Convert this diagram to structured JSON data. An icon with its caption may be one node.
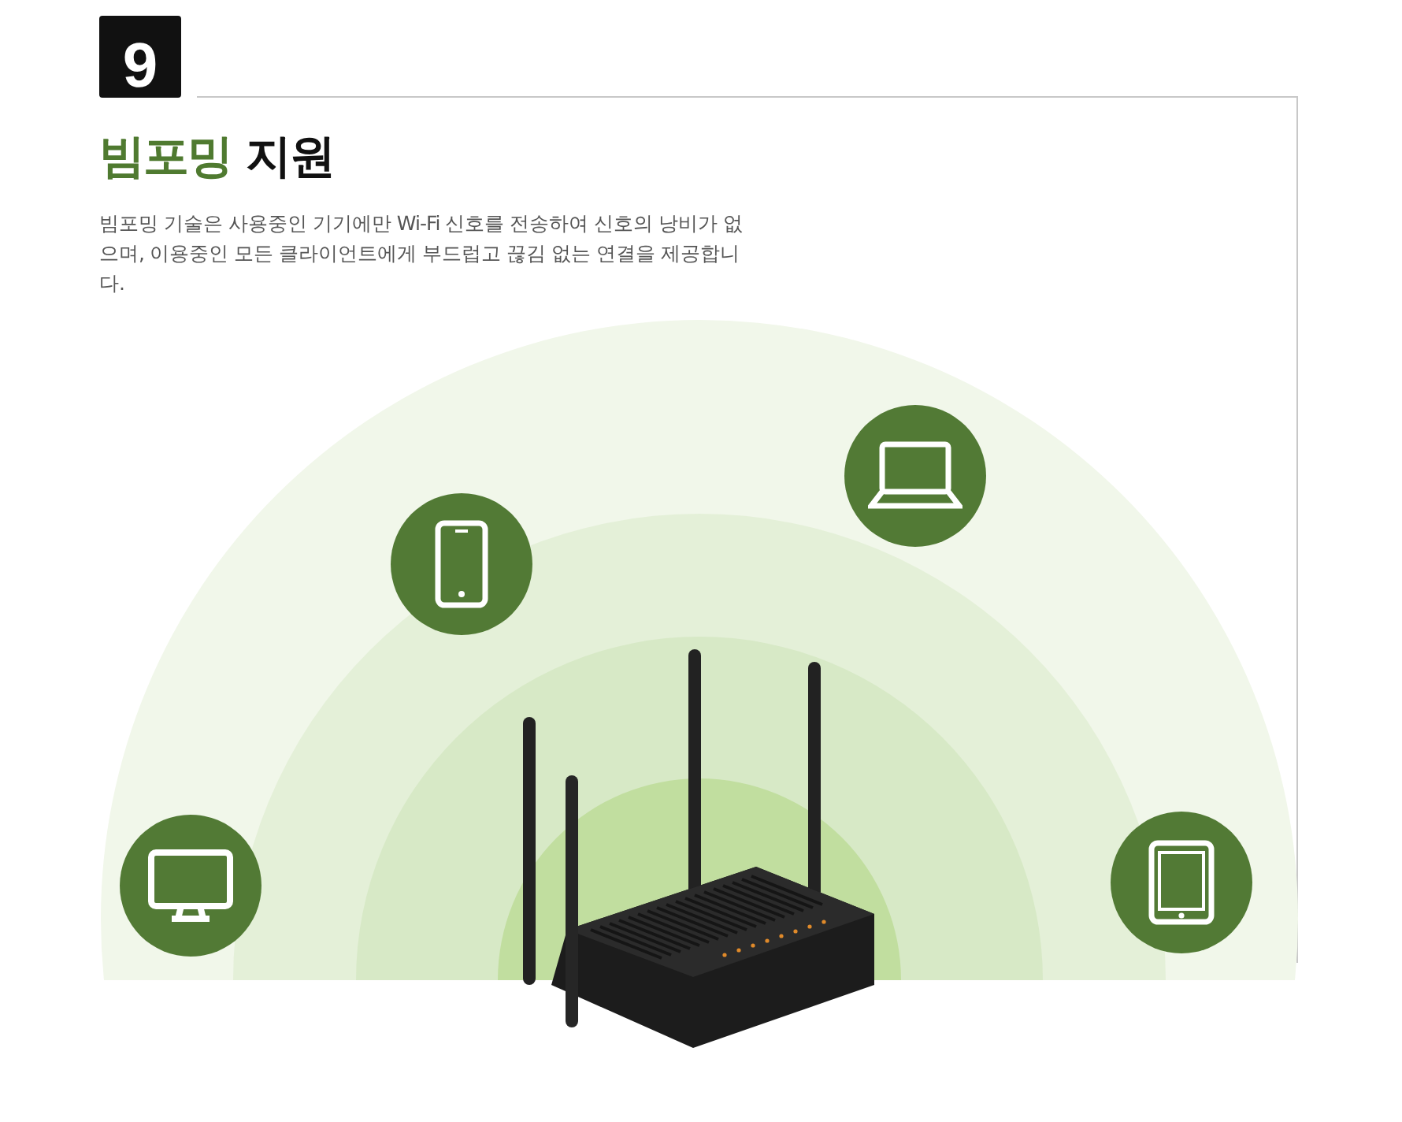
{
  "diagram": {
    "title": "빔포밍 지원",
    "nodes": [
      {
        "text": [],
        "shape": "circle"
      },
      {
        "text": [],
        "shape": "circle"
      },
      {
        "text": [],
        "shape": "picture"
      },
      {
        "text": [],
        "shape": "circle"
      },
      {
        "text": [],
        "shape": "circle"
      }
    ],
    "labels": [
      "9",
      "빔포밍 기술은 사용중인 기기에만 Wi-Fi 신호를 전송하여 신호의 낭비가 없으며, 이용중인 모든 클라이언트에게 부드럽고 끊김 없는 연결을 제공합니다."
    ]
  }
}
